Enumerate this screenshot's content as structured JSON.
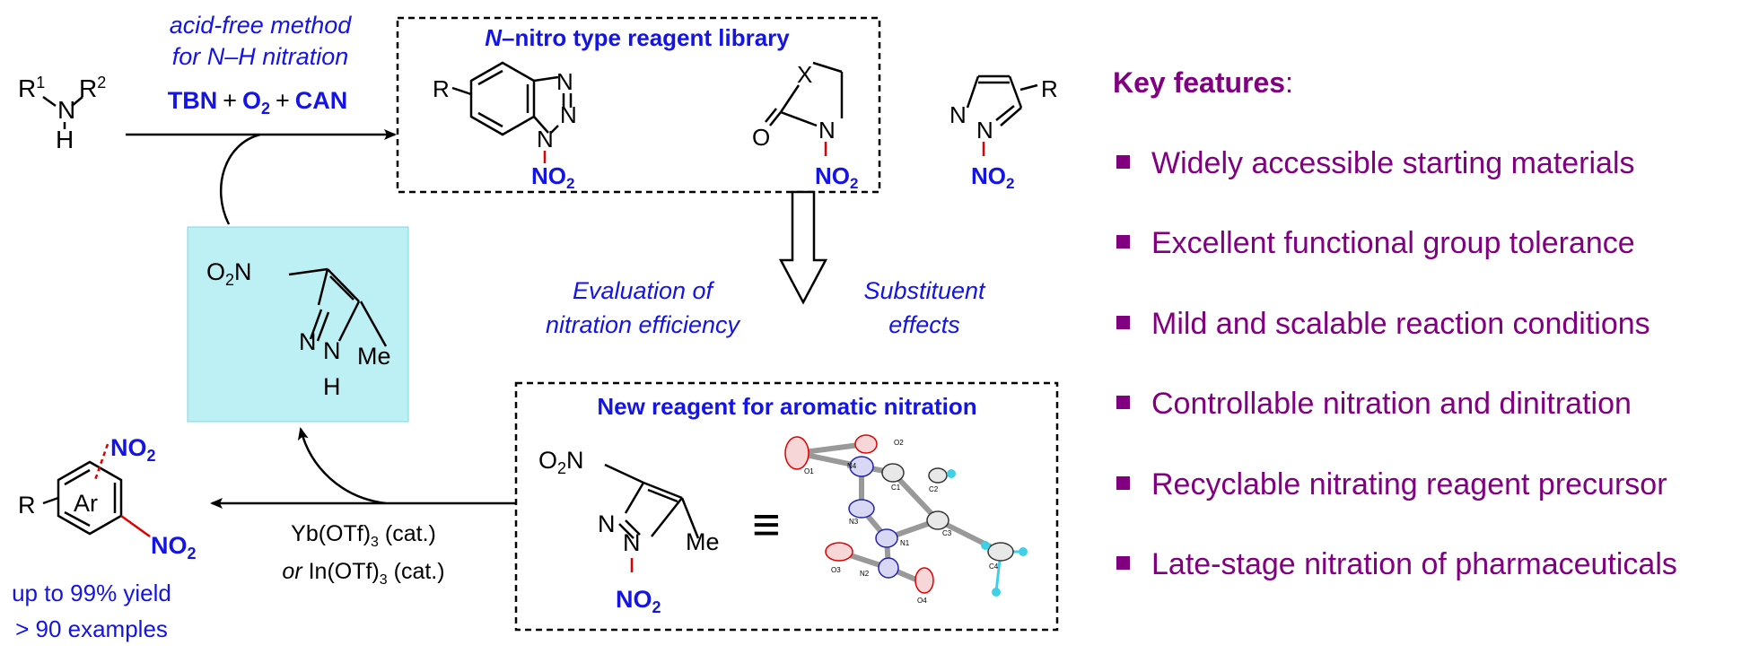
{
  "colors": {
    "blue": "#1414e6",
    "purple": "#800080",
    "red_bond": "#e00000",
    "box_fill": "#bdf0f4",
    "black": "#000000"
  },
  "top_arrow": {
    "line1": "acid-free method",
    "line2": "for N–H nitration",
    "reagent_tbn": "TBN",
    "plus": "+",
    "reagent_o": "O",
    "reagent_o_sub": "2",
    "reagent_can": "CAN"
  },
  "substrate": {
    "r": "R",
    "sup1": "1",
    "sup2": "2",
    "n": "N",
    "h": "H"
  },
  "library": {
    "title_n": "N",
    "title_rest": "–nitro type reagent library",
    "r": "R",
    "n": "N",
    "x": "X",
    "o": "O",
    "no2_no": "NO",
    "no2_sub": "2"
  },
  "middle": {
    "left_line1": "Evaluation of",
    "left_line2": "nitration efficiency",
    "right_line1": "Substituent",
    "right_line2": "effects"
  },
  "recycled": {
    "o2n_o": "O",
    "o2n_sub": "2",
    "o2n_n": "N",
    "n": "N",
    "nh_n": "N",
    "nh_h": "H",
    "me": "Me"
  },
  "new_reagent": {
    "title": "New reagent for aromatic nitration",
    "o2n_o": "O",
    "o2n_sub": "2",
    "o2n_n": "N",
    "n": "N",
    "me": "Me",
    "no2_no": "NO",
    "no2_sub": "2",
    "equiv": "≡",
    "atoms": [
      "O2",
      "O1",
      "N4",
      "C1",
      "C2",
      "N3",
      "C3",
      "N1",
      "C4",
      "O3",
      "N2",
      "O4"
    ]
  },
  "bottom_arrow": {
    "cat1_pre": "Yb(OTf)",
    "cat1_sub": "3",
    "cat1_post": " (cat.)",
    "or": "or",
    "cat2_pre": " In(OTf)",
    "cat2_sub": "3",
    "cat2_post": " (cat.)"
  },
  "product": {
    "r": "R",
    "ar": "Ar",
    "no2_no": "NO",
    "no2_sub": "2",
    "yield": "up to 99% yield",
    "examples": "> 90 examples"
  },
  "key_features": {
    "title": "Key features",
    "colon": ":",
    "items": [
      "Widely accessible starting materials",
      "Excellent functional group tolerance",
      "Mild and scalable reaction conditions",
      "Controllable nitration and dinitration",
      "Recyclable nitrating reagent precursor",
      "Late-stage nitration of pharmaceuticals"
    ]
  }
}
